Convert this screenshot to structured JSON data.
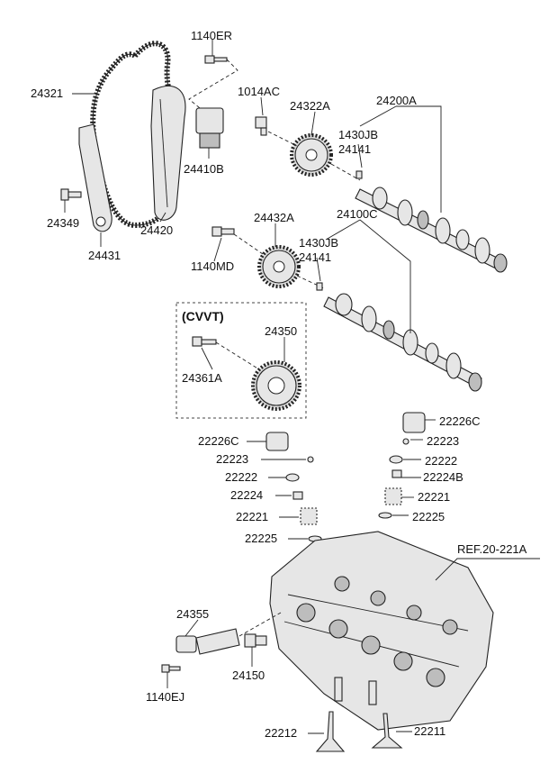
{
  "labels": {
    "l1140ER": "1140ER",
    "l24321": "24321",
    "l1014AC": "1014AC",
    "l24200A": "24200A",
    "l24322A": "24322A",
    "l1430JB_top": "1430JB",
    "l24141_top": "24141",
    "l24410B": "24410B",
    "l24349": "24349",
    "l24420": "24420",
    "l24431": "24431",
    "l24432A": "24432A",
    "l24100C": "24100C",
    "l1430JB_bot": "1430JB",
    "l24141_bot": "24141",
    "l1140MD": "1140MD",
    "cvvt": "(CVVT)",
    "l24350": "24350",
    "l24361A": "24361A",
    "l22226C_r": "22226C",
    "l22226C_l": "22226C",
    "l22223_r": "22223",
    "l22223_l": "22223",
    "l22222_r": "22222",
    "l22222_l": "22222",
    "l22224B": "22224B",
    "l22224": "22224",
    "l22221_r": "22221",
    "l22221_l": "22221",
    "l22225_r": "22225",
    "l22225_l": "22225",
    "ref": "REF.20-221A",
    "l24355": "24355",
    "l24150": "24150",
    "l1140EJ": "1140EJ",
    "l22212": "22212",
    "l22211": "22211"
  },
  "colors": {
    "line": "#222222",
    "part_fill": "#e6e6e6",
    "part_shade": "#bdbdbd",
    "background": "#ffffff"
  }
}
